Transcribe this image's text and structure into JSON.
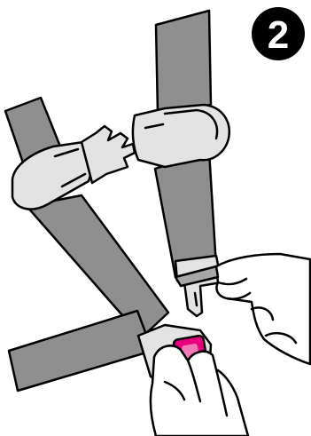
{
  "step": {
    "number": "2",
    "badge_color": "#000000",
    "number_color": "#ffffff"
  },
  "colors": {
    "strap": "#8f8f8f",
    "strap_light": "#a7a7a7",
    "buckle": "#e3e3e3",
    "release_button": "#e6007e",
    "outline": "#000000",
    "skin": "#ffffff"
  },
  "illustration": {
    "subject": "harness-buckle-fastening",
    "parts": [
      "shoulder-strap-left",
      "shoulder-strap-right",
      "chest-clip-left",
      "chest-clip-right",
      "crotch-buckle",
      "buckle-release-button",
      "buckle-tongue",
      "hand-right",
      "hand-left"
    ]
  }
}
